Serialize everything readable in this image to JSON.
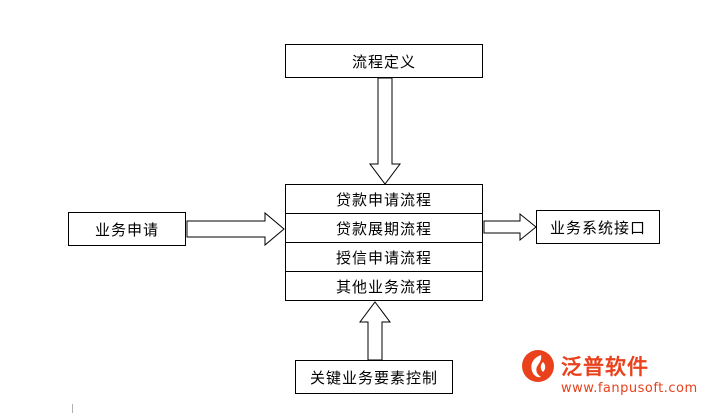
{
  "diagram": {
    "type": "flowchart",
    "nodes": {
      "process_definition": "流程定义",
      "business_application": "业务申请",
      "business_system_interface": "业务系统接口",
      "key_business_element_control": "关键业务要素控制"
    },
    "process_stack": [
      "贷款申请流程",
      "贷款展期流程",
      "授信申请流程",
      "其他业务流程"
    ],
    "arrows": [
      {
        "name": "process-definition-to-stack",
        "direction": "down"
      },
      {
        "name": "business-application-to-stack",
        "direction": "right"
      },
      {
        "name": "stack-to-business-system-interface",
        "direction": "right"
      },
      {
        "name": "key-element-control-to-stack",
        "direction": "up"
      }
    ]
  },
  "watermark": {
    "brand": "泛普软件",
    "url": "www.fanpusoft.com",
    "color": "#e8411c"
  }
}
